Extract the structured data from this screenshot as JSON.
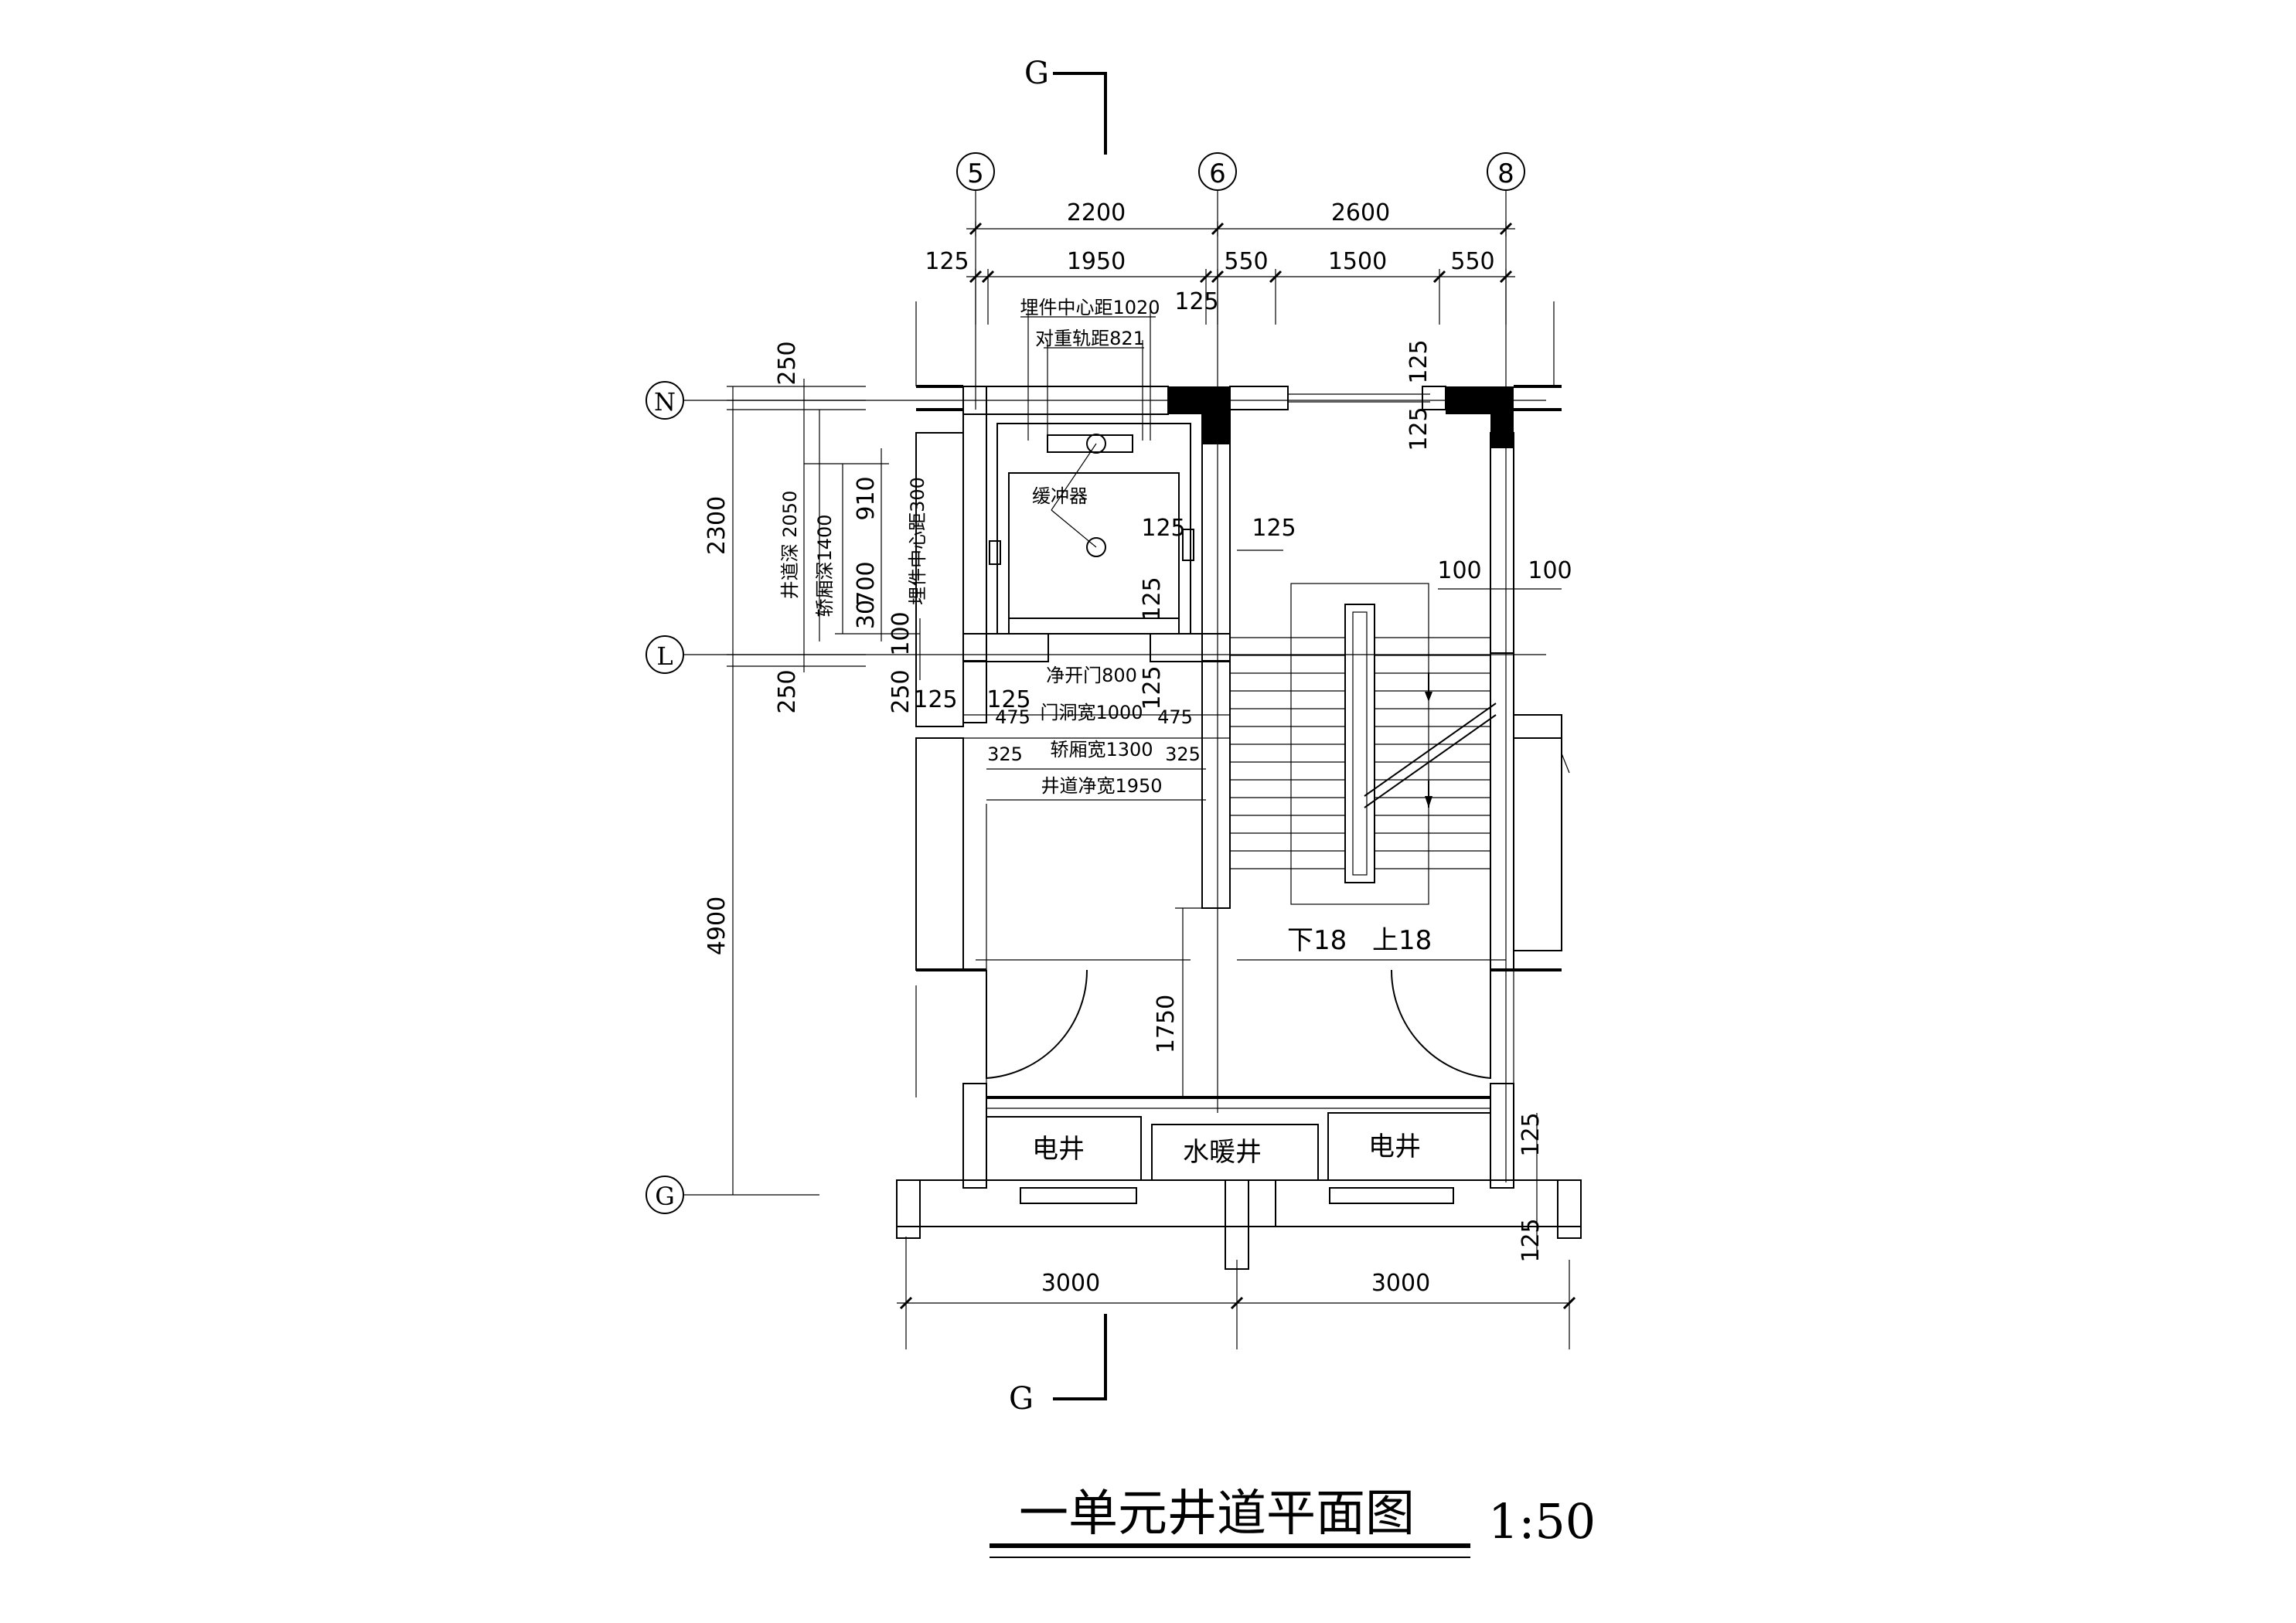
{
  "title": "一单元井道平面图",
  "scale": "1:50",
  "section_mark": "G",
  "axes": {
    "a5": "5",
    "a6": "6",
    "a8": "8",
    "aN": "N",
    "aL": "L",
    "aG": "G"
  },
  "dimensions": {
    "d2200": "2200",
    "d2600": "2600",
    "d125a": "125",
    "d1950a": "1950",
    "d550a": "550",
    "d1500": "1500",
    "d550b": "550",
    "d125b": "125",
    "embed_center_1020": "埋件中心距1020",
    "counterweight_821": "对重轨距821",
    "d125c": "125",
    "d125d": "125",
    "left_250a": "250",
    "left_2300": "2300",
    "left_250b": "250",
    "left_4900": "4900",
    "shaft_depth_2050": "井道深 2050",
    "car_depth_1400": "轿厢深1400",
    "d910": "910",
    "d700": "700",
    "d30": "30",
    "d100": "100",
    "embed_center_300": "埋件中心距300",
    "buffer": "缓冲器",
    "r125a": "125",
    "r125b": "125",
    "r125c": "125",
    "r100a": "100",
    "r100b": "100",
    "door_open_800": "净开门800",
    "door_width_1000": "门洞宽1000",
    "car_width_1300": "轿厢宽1300",
    "shaft_width_1950": "井道净宽1950",
    "d475a": "475",
    "d475b": "475",
    "d325a": "325",
    "d325b": "325",
    "d250c": "250",
    "d125e": "125",
    "d125f": "125",
    "d125g": "125",
    "d1750": "1750",
    "d3000a": "3000",
    "d3000b": "3000",
    "g125a": "125",
    "g125b": "125"
  },
  "stair": {
    "down": "下18",
    "up": "上18"
  },
  "rooms": {
    "elec_left": "电井",
    "water_heat": "水暖井",
    "elec_right": "电井"
  }
}
